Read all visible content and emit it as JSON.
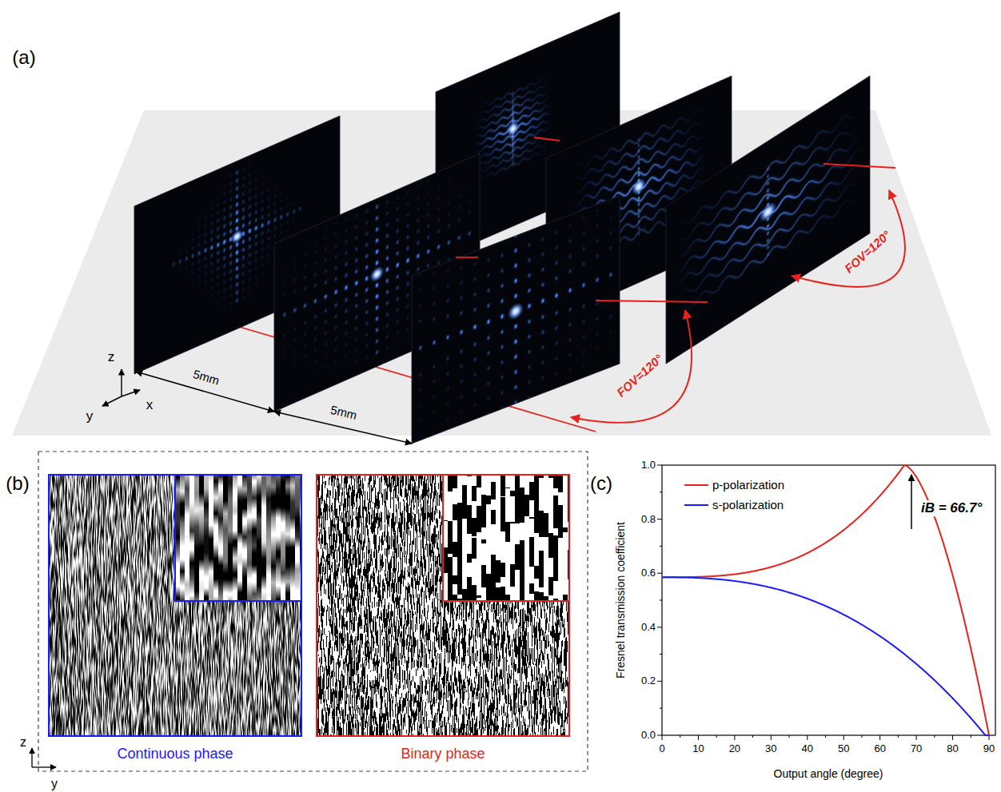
{
  "diagram": {
    "labels": [
      "(a)",
      "z",
      "y",
      "x",
      "5mm",
      "5mm",
      "FOV=120°",
      "FOV=120°",
      "(b)",
      "Continuous phase",
      "Binary phase",
      "z",
      "y",
      "(c)",
      "iB = 66.7°",
      "Fresnel transmission coefficient",
      "Output angle (degree)",
      "0.0",
      "0.2",
      "0.4",
      "0.6",
      "0.8",
      "1.0",
      "0",
      "10",
      "20",
      "30",
      "40",
      "50",
      "60",
      "70",
      "80",
      "90"
    ],
    "legend": [
      {
        "text": "p-polarization"
      },
      {
        "text": "s-polarization"
      }
    ]
  }
}
